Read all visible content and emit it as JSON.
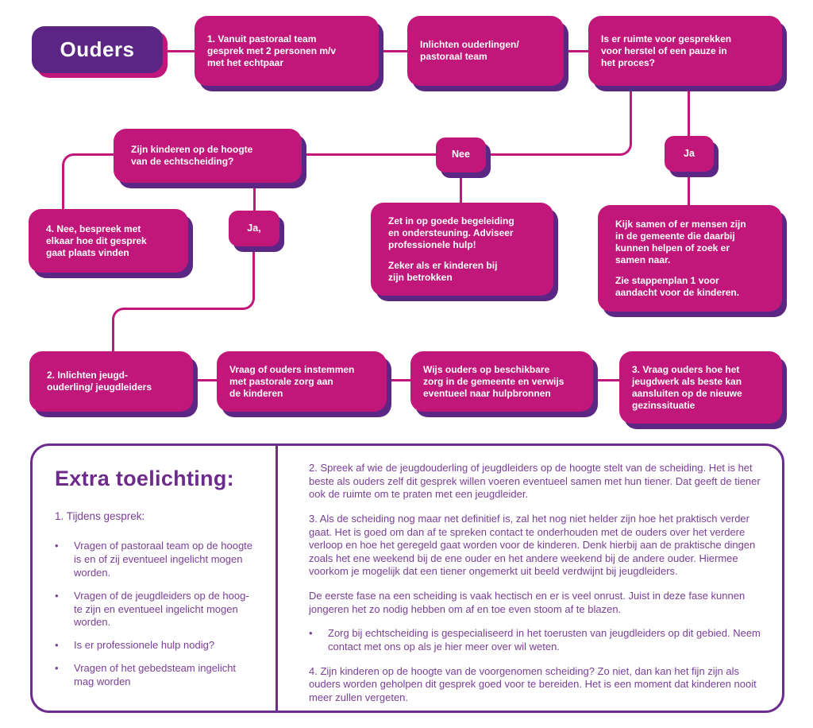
{
  "palette": {
    "pink": "#C1177B",
    "dark_purple": "#5C2684",
    "start_fill": "#5A2583",
    "panel_border": "#6B2D90",
    "notes_text": "#7A3E97",
    "notes_title": "#6E2B8C",
    "box_text": "#FFFFFF"
  },
  "flow": {
    "start": "Ouders",
    "b1": "1. Vanuit pastoraal team\ngesprek met 2 personen m/v\nmet het echtpaar",
    "b2": "Inlichten ouderlingen/\npastoraal team",
    "b3": "Is er ruimte voor gesprekken\nvoor herstel of een pauze in\nhet proces?",
    "zijn_kinderen": "Zijn kinderen op de hoogte\nvan de echtscheiding?",
    "nee_label": "Nee",
    "ja_label": "Ja",
    "ja2_label": "Ja,",
    "b4": "4. Nee, bespreek met\nelkaar hoe dit gesprek\ngaat plaats vinden",
    "b5_p1": "Zet in op goede begeleiding\nen ondersteuning. Adviseer\nprofessionele hulp!",
    "b5_p2": "Zeker als er kinderen bij\nzijn betrokken",
    "b6_p1": "Kijk samen of er mensen zijn\nin de gemeente die daarbij\nkunnen helpen of zoek er\nsamen naar.",
    "b6_p2": "Zie stappenplan 1 voor\naandacht voor de kinderen.",
    "b7": "2. Inlichten jeugd-\nouderling/ jeugdleiders",
    "b8": "Vraag of ouders instemmen\nmet pastorale zorg aan\nde kinderen",
    "b9": "Wijs ouders op beschikbare\nzorg in de gemeente en verwijs\neventueel naar hulpbronnen",
    "b10": "3. Vraag ouders hoe het\njeugdwerk als beste kan\naansluiten op de nieuwe\ngezinssituatie"
  },
  "notes": {
    "title": "Extra toelichting:",
    "intro": "1. Tijdens gesprek:",
    "bullet": "•",
    "bullets": [
      "Vragen of pastoraal team op de hoogte\nis en of zij eventueel ingelicht mogen\nworden.",
      "Vragen of de jeugdleiders op de hoog-\nte zijn en eventueel ingelicht mogen\nworden.",
      "Is er professionele hulp nodig?",
      "Vragen of het gebedsteam ingelicht\nmag worden"
    ],
    "p2": "2. Spreek af wie de jeugdouderling of jeugdleiders op de hoogte stelt van de scheiding. Het is het beste als ouders zelf dit gesprek willen voeren eventueel samen met hun tiener. Dat geeft de tiener ook de ruimte om te praten met een jeugdleider.",
    "p3": "3. Als de scheiding nog maar net definitief is, zal het nog niet helder zijn hoe het praktisch verder gaat. Het is goed om dan af te spreken contact te onderhouden met de ouders over het verdere verloop en hoe het geregeld gaat worden voor de kinderen. Denk hierbij aan de praktische dingen zoals het ene weekend bij de ene ouder en het andere weekend bij de andere ouder. Hiermee voorkom je mogelijk dat een tiener ongemerkt uit beeld verdwijnt bij jeugdleiders.",
    "p_fase": "De eerste fase na een scheiding is vaak hectisch en er is veel onrust. Juist in deze fase kunnen jongeren het zo nodig hebben om af en toe even stoom af te blazen.",
    "p_bullet": "Zorg bij echtscheiding is gespecialiseerd in het toerusten van jeugdleiders op dit gebied. Neem contact met ons op als je hier meer over wil weten.",
    "p4": "4. Zijn kinderen op de hoogte van de voorgenomen scheiding? Zo niet, dan kan het fijn zijn als ouders worden geholpen dit gesprek goed voor te bereiden. Het is een moment dat kinderen nooit meer zullen vergeten."
  }
}
